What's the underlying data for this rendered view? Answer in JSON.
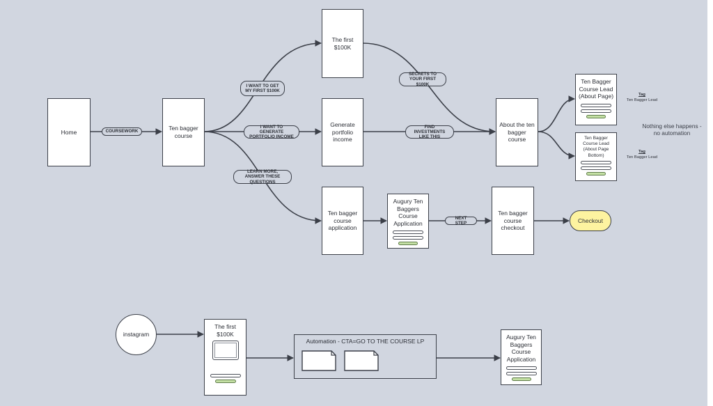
{
  "nodes": {
    "home": "Home",
    "ten_bagger_course": "Ten bagger course",
    "first_100k": "The first $100K",
    "generate_portfolio_income": "Generate portfolio income",
    "course_application": "Ten bagger course application",
    "augury_application": "Augury Ten Baggers Course Application",
    "course_checkout": "Ten bagger course checkout",
    "checkout": "Checkout",
    "about_course": "About the ten bagger course",
    "lead_about_page": "Ten Bagger Course Lead (About Page)",
    "lead_about_page_bottom": "Ten Bagger Course Lead (About Page Bottom)",
    "instagram": "instagram",
    "first_100k_bottom": "The first $100K",
    "automation": "Automation - CTA=GO TO THE COURSE LP",
    "augury_application_bottom": "Augury Ten Baggers Course Application"
  },
  "edge_labels": {
    "coursework": "COURSEWORK",
    "first_100k": "I WANT TO GET MY FIRST $100K",
    "portfolio_income": "I WANT TO GENERATE PORTFOLIO INCOME",
    "learn_more": "LEARN MORE, ANSWER THESE QUESTIONS",
    "secrets": "SECRETS TO YOUR FIRST $100K",
    "find_investments": "FIND INVESTMENTS LIKE THIS",
    "next_step": "NEXT STEP"
  },
  "tags": [
    {
      "label": "Tag",
      "value": "Ten Bagger Lead"
    },
    {
      "label": "Tag",
      "value": "Ten Bagger Lead"
    }
  ],
  "note": "Nothing else happens - no automation",
  "colors": {
    "background": "#d1d6e0",
    "line": "#3b3f48",
    "checkout_fill": "#fdf3a0",
    "form_button": "#c4e0a4"
  }
}
